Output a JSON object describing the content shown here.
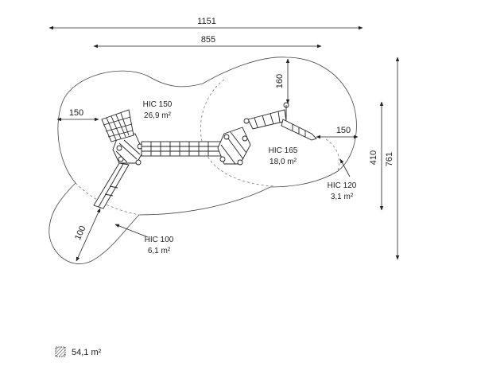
{
  "dimensions": {
    "overall_width": "1151",
    "inner_width": "855",
    "left_offset": "150",
    "top_offset": "160",
    "right_offset": "150",
    "right_height": "410",
    "total_height": "761",
    "slide_width": "100"
  },
  "zones": [
    {
      "code": "HIC 150",
      "area": "26,9 m²"
    },
    {
      "code": "HIC 165",
      "area": "18,0 m²"
    },
    {
      "code": "HIC 120",
      "area": "3,1 m²"
    },
    {
      "code": "HIC 100",
      "area": "6,1 m²"
    }
  ],
  "legend": {
    "icon": "hatched-square-icon",
    "total_area": "54,1 m²"
  }
}
